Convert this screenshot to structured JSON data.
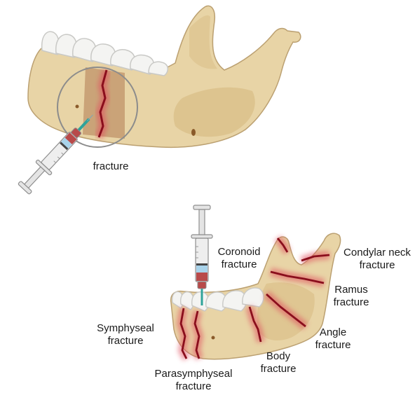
{
  "colors": {
    "bone": "#e8d4a6",
    "bone_shade": "#d8bd86",
    "bone_outline": "#bba071",
    "tooth": "#f4f4f2",
    "tooth_outline": "#c9c9c6",
    "fracture_line": "#8a0e1c",
    "fracture_glow": "#e0505e",
    "hematoma": "#b07a52",
    "lens_ring": "#8c8c8c",
    "syringe_barrel": "#eeeeee",
    "syringe_blue": "#a9d3ea",
    "syringe_red": "#b84a4a",
    "needle": "#2fa39a"
  },
  "icons": {
    "upper_syringe": "syringe-icon",
    "lower_syringe": "syringe-icon",
    "magnifier": "magnifier-lens-icon"
  },
  "top_panel": {
    "label": "fracture"
  },
  "bottom_panel": {
    "labels": {
      "coronoid": [
        "Coronoid",
        "fracture"
      ],
      "condylar": [
        "Condylar neck",
        "fracture"
      ],
      "ramus": [
        "Ramus",
        "fracture"
      ],
      "angle": [
        "Angle",
        "fracture"
      ],
      "body": [
        "Body",
        "fracture"
      ],
      "symphyseal": [
        "Symphyseal",
        "fracture"
      ],
      "parasymphyseal": [
        "Parasymphyseal",
        "fracture"
      ]
    }
  }
}
